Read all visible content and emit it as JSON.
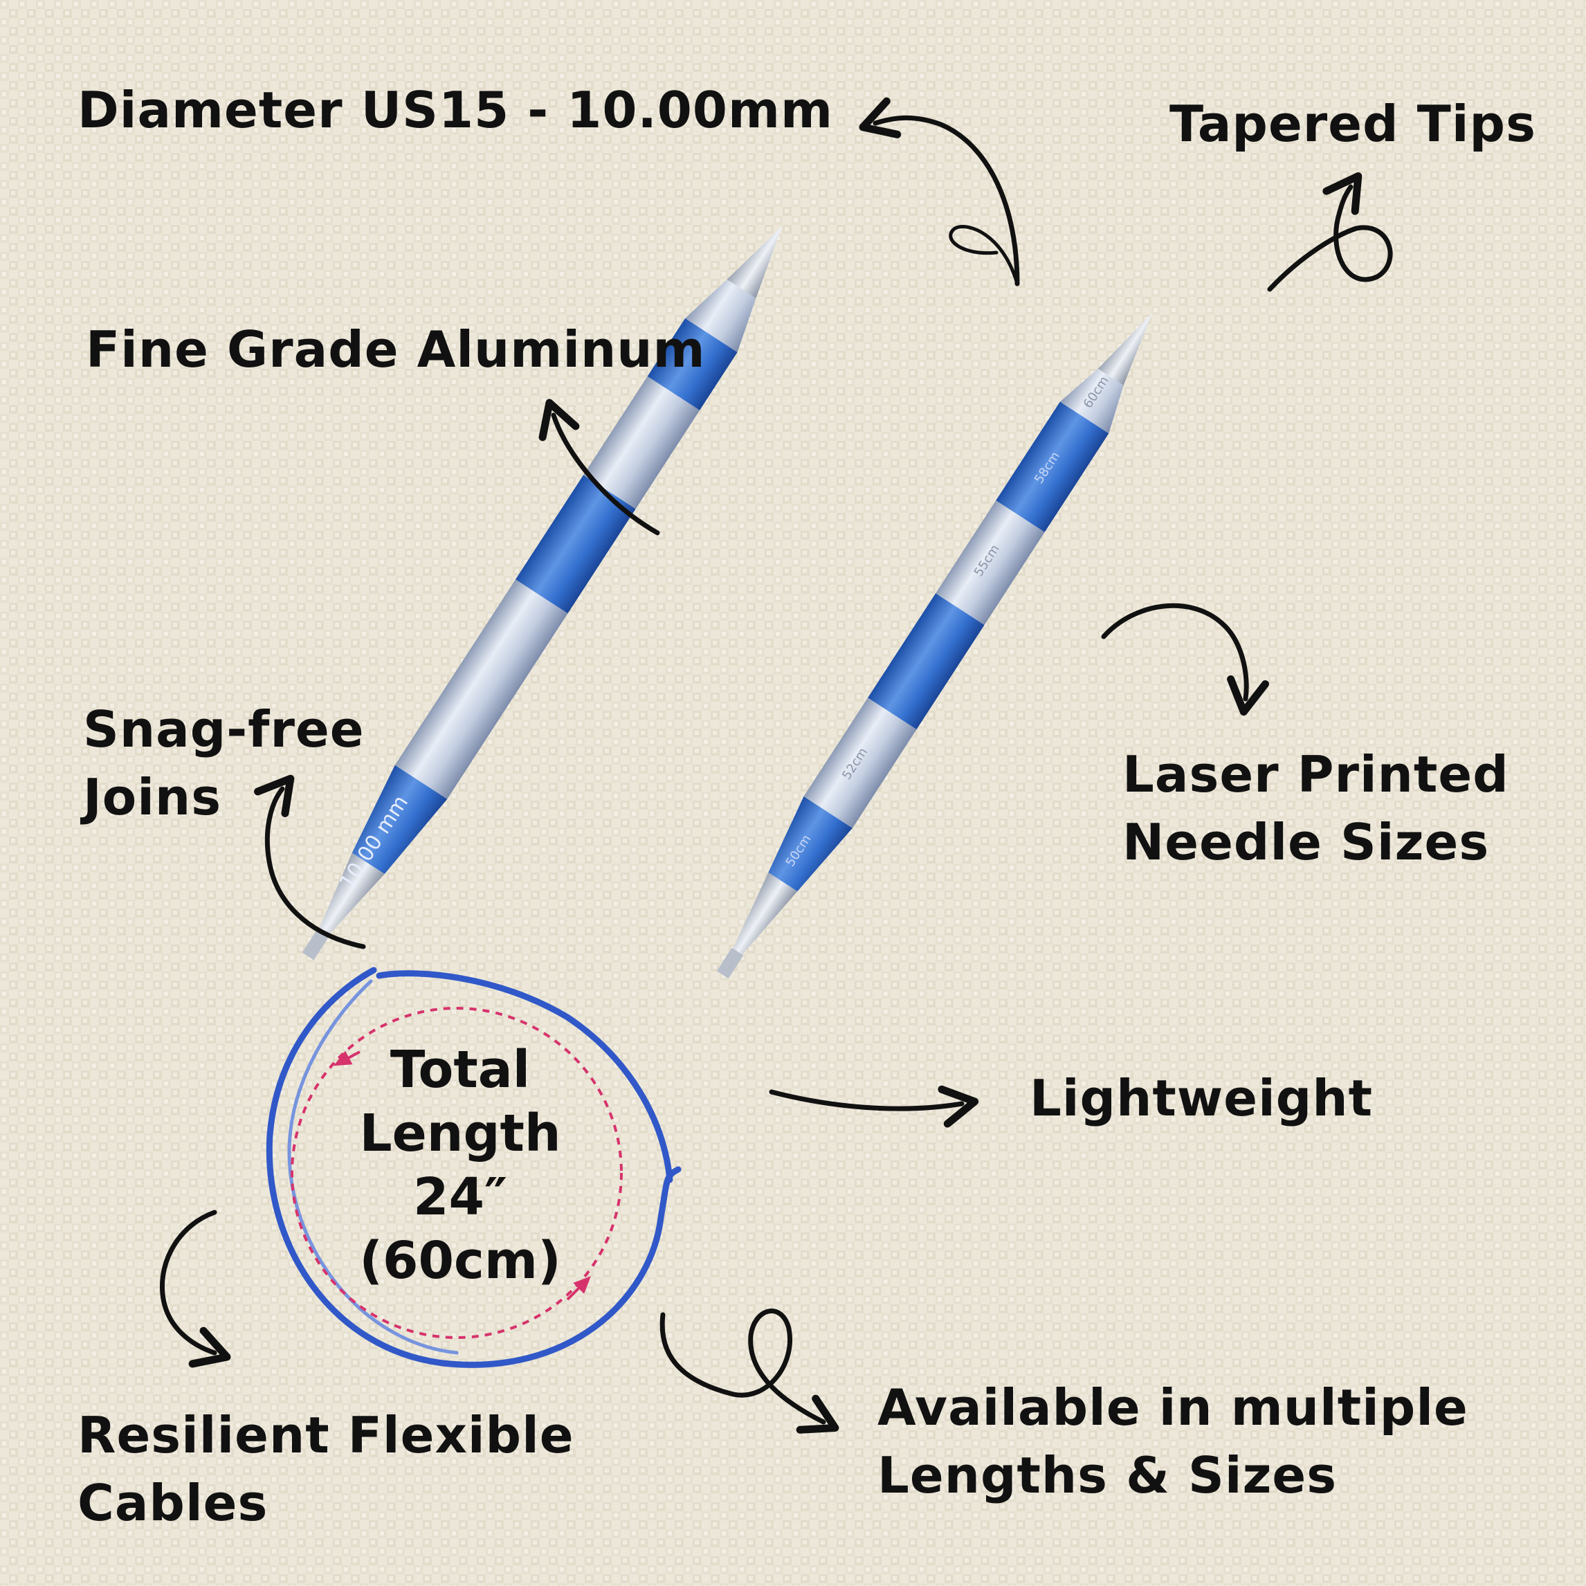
{
  "labels": {
    "diameter": "Diameter US15 - 10.00mm",
    "tapered_tips": "Tapered Tips",
    "aluminum": "Fine Grade Aluminum",
    "snag_free": [
      "Snag-free",
      "Joins"
    ],
    "laser_printed": [
      "Laser Printed",
      "Needle Sizes"
    ],
    "lightweight": "Lightweight",
    "cables": [
      "Resilient Flexible",
      "Cables"
    ],
    "available": [
      "Available in multiple",
      "Lengths & Sizes"
    ]
  },
  "cable_loop": {
    "lines": [
      "Total",
      "Length",
      "24″",
      "(60cm)"
    ]
  },
  "needle_markings": {
    "left_needle": "10.00 mm",
    "right_needle": [
      "60cm",
      "58cm",
      "55cm",
      "52cm",
      "50cm"
    ]
  },
  "colors": {
    "background": "#ece7d9",
    "needle_blue": "#2f6bc9",
    "needle_silver": "#c9d3e3",
    "cable_blue": "#3158c8",
    "dashed_circle": "#d6336c",
    "text": "#111111"
  }
}
